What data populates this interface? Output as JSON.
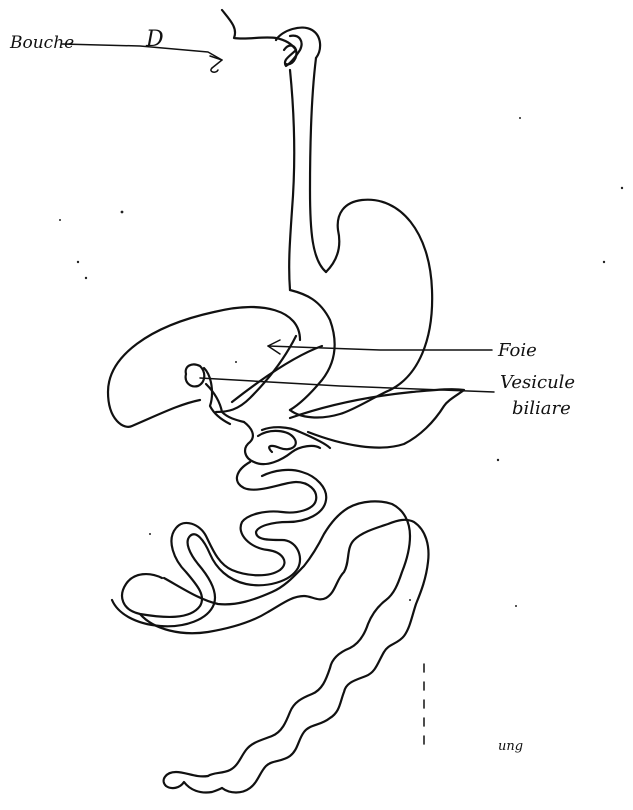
{
  "labels": {
    "bouche": "Bouche",
    "marker": "D",
    "foie": "Foie",
    "vesicule_line1": "Vesicule",
    "vesicule_line2": "biliare",
    "corner_mark": "ung"
  },
  "colors": {
    "ink": "#111111",
    "paper": "#ffffff"
  }
}
